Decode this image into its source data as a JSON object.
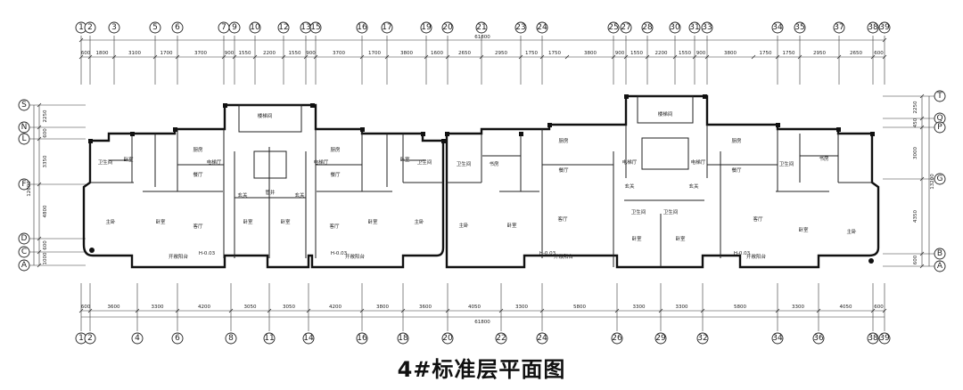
{
  "caption": "4#标准层平面图",
  "top_axes": [
    "1",
    "2",
    "3",
    "5",
    "6",
    "7",
    "9",
    "10",
    "12",
    "13",
    "15",
    "16",
    "17",
    "19",
    "20",
    "21",
    "23",
    "24",
    "25",
    "27",
    "28",
    "30",
    "31",
    "33",
    "34",
    "35",
    "37",
    "38",
    "39"
  ],
  "bottom_axes": [
    "1",
    "2",
    "4",
    "6",
    "8",
    "11",
    "14",
    "16",
    "18",
    "20",
    "22",
    "24",
    "26",
    "29",
    "32",
    "34",
    "36",
    "38",
    "39"
  ],
  "left_axes": [
    "S",
    "N",
    "L",
    "F",
    "D",
    "C",
    "A"
  ],
  "right_axes": [
    "T",
    "Q",
    "P",
    "G",
    "B",
    "A"
  ],
  "top_dims": [
    "600",
    "1800",
    "3100",
    "1700",
    "3700",
    "900",
    "1550",
    "2200",
    "1550",
    "900",
    "3700",
    "1700",
    "3800",
    "1600",
    "2650",
    "2950",
    "1750",
    "1750",
    "3800",
    "900",
    "1550",
    "2200",
    "1550",
    "900",
    "3800",
    "1750",
    "1750",
    "2950",
    "2650",
    "600"
  ],
  "top_total": "61800",
  "bottom_dims": [
    "600",
    "3600",
    "3300",
    "4200",
    "3050",
    "3050",
    "4200",
    "3800",
    "3600",
    "4050",
    "3300",
    "5800",
    "3300",
    "3300",
    "5800",
    "3300",
    "4050",
    "600"
  ],
  "bottom_total": "61800",
  "left_dims": [
    "2250",
    "600",
    "3350",
    "4800",
    "600",
    "1000"
  ],
  "left_total": "12600",
  "right_dims": [
    "2250",
    "450",
    "3000",
    "4350",
    "600"
  ],
  "right_total": "13200",
  "room_labels": {
    "bedroom": "卧室",
    "master_bedroom": "主卧",
    "living": "客厅",
    "dining": "餐厅",
    "kitchen": "厨房",
    "bathroom": "卫生间",
    "balcony": "开敞阳台",
    "elevator_hall": "电梯厅",
    "entry": "玄关",
    "study": "书房",
    "shaft": "管井",
    "stair": "楼梯间",
    "level": "H-0.03"
  }
}
